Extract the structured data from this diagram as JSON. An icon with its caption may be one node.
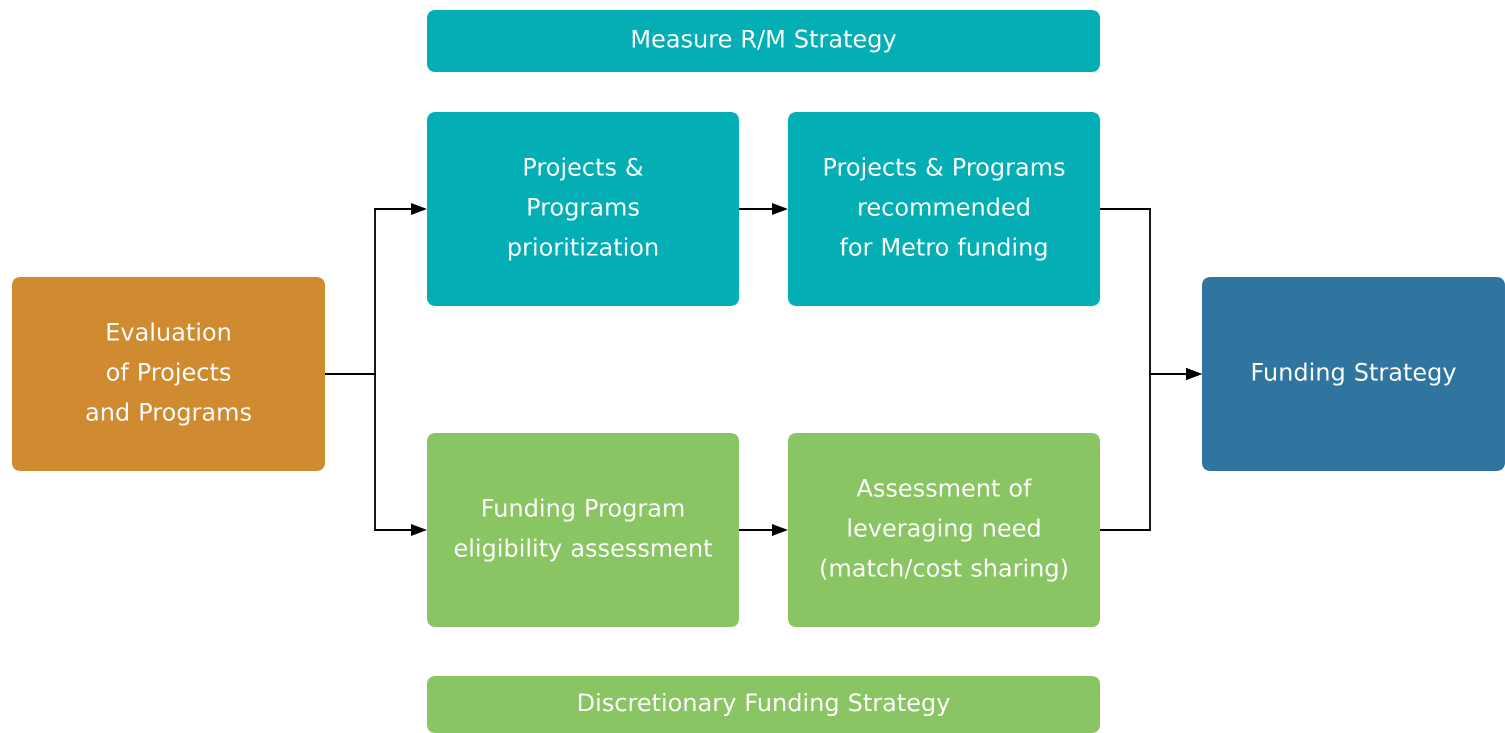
{
  "diagram": {
    "nodes": [
      {
        "text": [
          "Measure R/M Strategy"
        ]
      },
      {
        "text": [
          "Evaluation of Projects and Programs"
        ]
      },
      {
        "text": [
          "Projects & Programs prioritization"
        ]
      },
      {
        "text": [
          "Projects & Programs recommended for Metro funding"
        ]
      },
      {
        "text": [
          "Funding Program eligibility assessment"
        ]
      },
      {
        "text": [
          "Assessment of leveraging need (match/cost sharing)"
        ]
      },
      {
        "text": [
          "Funding Strategy"
        ]
      },
      {
        "text": [
          "Discretionary Funding Strategy"
        ]
      }
    ],
    "edges": [
      {
        "from": 1,
        "to": 2,
        "arrow": "to"
      },
      {
        "from": 1,
        "to": 4,
        "arrow": "to"
      },
      {
        "from": 2,
        "to": 3,
        "arrow": "to"
      },
      {
        "from": 4,
        "to": 5,
        "arrow": "to"
      },
      {
        "from": 3,
        "to": 6,
        "arrow": "to"
      },
      {
        "from": 5,
        "to": 6,
        "arrow": "to"
      }
    ]
  }
}
